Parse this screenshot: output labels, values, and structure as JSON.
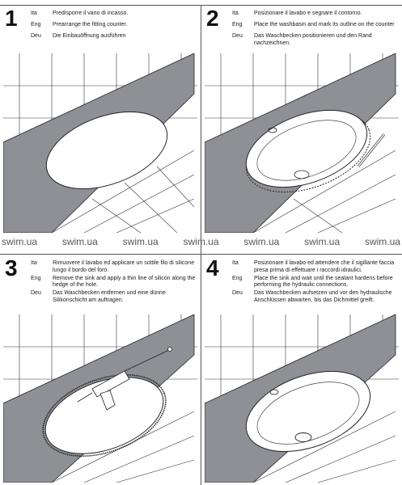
{
  "steps": [
    {
      "number": "1",
      "ita_label": "Ita",
      "ita": "Predisporre il vano di incasso.",
      "eng_label": "Eng",
      "eng": "Prearrange the fitting counter.",
      "deu_label": "Deu",
      "deu": "Die Einbauöffnung ausführen"
    },
    {
      "number": "2",
      "ita_label": "Ita",
      "ita": "Posizionare il lavabo e segnare il contorno.",
      "eng_label": "Eng",
      "eng": "Place the washbasin and mark its outline on the counter",
      "deu_label": "Deu",
      "deu": "Das Waschbecken positionieren und den Rand nachzeichnen."
    },
    {
      "number": "3",
      "ita_label": "Ita",
      "ita": "Rimuovere il lavabo ed applicare un sottile filo di silicone lungo il bordo del foro.",
      "eng_label": "Eng",
      "eng": "Remove the sink and apply a thin line of silicon along the hedge of the hole.",
      "deu_label": "Deu",
      "deu": "Das Waschbecken entfernen und eine dünne Silikonschicht am auftragen."
    },
    {
      "number": "4",
      "ita_label": "Ita",
      "ita": "Posizionare il lavabo ed attendere che il sigillante faccia presa prima di effettuare i raccordi idraulici.",
      "eng_label": "Eng",
      "eng": "Place the sink and wait until the sealant hardens before performing the hydraulic connections.",
      "deu_label": "Deu",
      "deu": "Das Waschbecken aufsetzen und vor den hydraulische Anschlüssen abwarten, bis das Dichmittel greift."
    }
  ],
  "watermark": [
    "swim.ua",
    "swim.ua",
    "swim.ua",
    "swim.ua",
    "swim.ua",
    "swim.ua",
    "swim.ua"
  ],
  "colors": {
    "counter": "#8e9096",
    "line": "#222222",
    "sink": "#ffffff"
  }
}
